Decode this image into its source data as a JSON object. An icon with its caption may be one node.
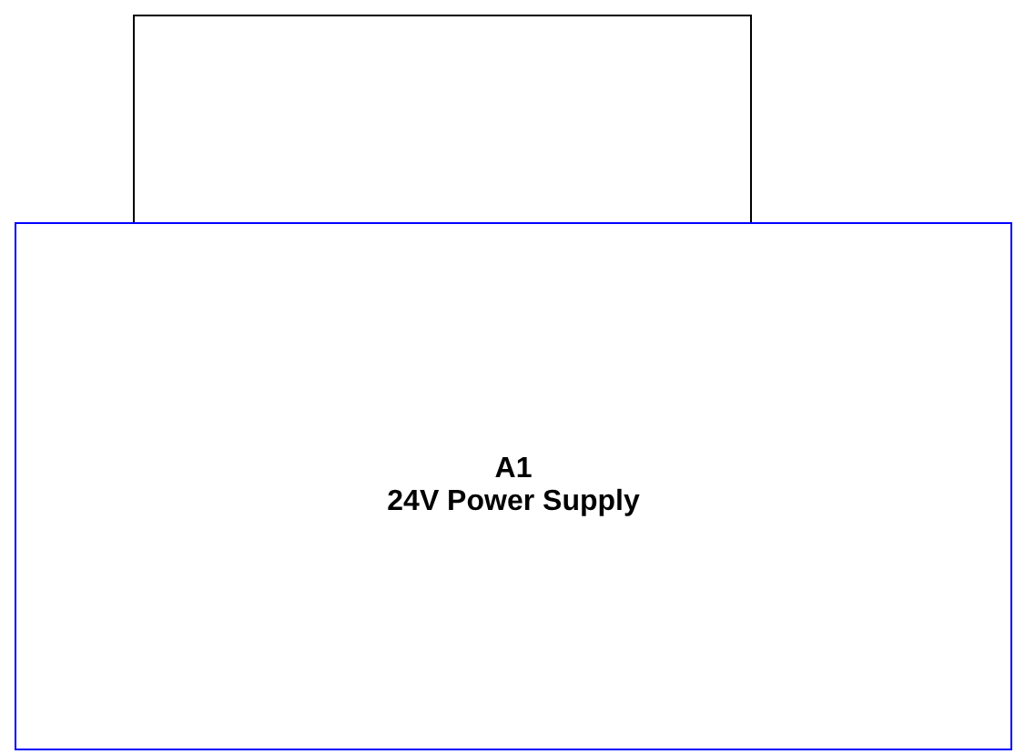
{
  "diagram": {
    "nodes": [
      {
        "text": [],
        "shape": "box"
      },
      {
        "text": [
          "A1",
          "24V Power Supply"
        ]
      }
    ]
  }
}
